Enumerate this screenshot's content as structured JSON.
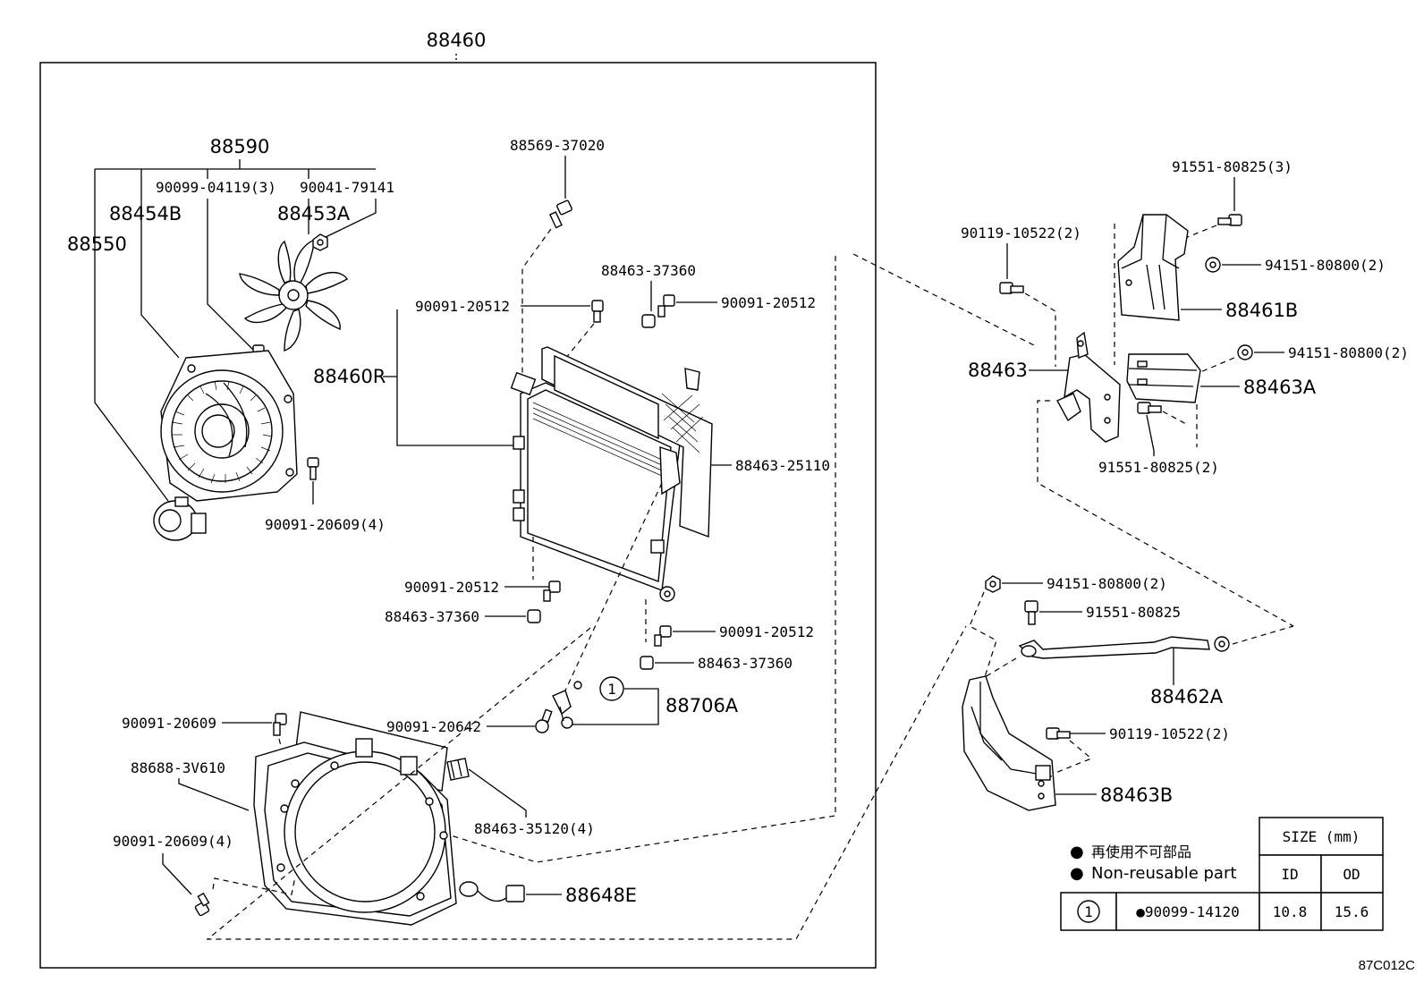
{
  "labels": {
    "assembly": "88460",
    "fan_motor_assy": "88590",
    "screw_04119": "90099-04119(3)",
    "nut_79141": "90041-79141",
    "fan_88454b": "88454B",
    "fan_88453a": "88453A",
    "motor_88550": "88550",
    "bolt_20609_4_upper": "90091-20609(4)",
    "bolt_37020": "88569-37020",
    "bolt_20512_a": "90091-20512",
    "insulator_37360_a": "88463-37360",
    "bolt_20512_b": "90091-20512",
    "condenser_88460r": "88460R",
    "seal_25110": "88463-25110",
    "bolt_20512_c": "90091-20512",
    "insulator_37360_b": "88463-37360",
    "bolt_20512_d": "90091-20512",
    "insulator_37360_c": "88463-37360",
    "pipe_88706a": "88706A",
    "bolt_20642": "90091-20642",
    "bolt_20609": "90091-20609",
    "shroud_3v610": "88688-3V610",
    "bolt_20609_4_lower": "90091-20609(4)",
    "cushion_35120": "88463-35120(4)",
    "harness_88648e": "88648E",
    "bolt_80825_3": "91551-80825(3)",
    "bolt_10522_2_a": "90119-10522(2)",
    "nut_80800_2_a": "94151-80800(2)",
    "bracket_88461b": "88461B",
    "bracket_88463": "88463",
    "nut_80800_2_b": "94151-80800(2)",
    "bracket_88463a": "88463A",
    "bolt_80825_2": "91551-80825(2)",
    "nut_80800_2_c": "94151-80800(2)",
    "bolt_80825": "91551-80825",
    "stay_88462a": "88462A",
    "bolt_10522_2_b": "90119-10522(2)",
    "bracket_88463b": "88463B"
  },
  "callout": {
    "number": "1"
  },
  "legend": {
    "bullet": "●",
    "jp": "再使用不可部品",
    "en": "Non-reusable part"
  },
  "size_table": {
    "header": "SIZE (mm)",
    "col_id": "ID",
    "col_od": "OD",
    "row_ref": "1",
    "row_part": "●90099-14120",
    "row_id": "10.8",
    "row_od": "15.6"
  },
  "figure_code": "87C012C"
}
